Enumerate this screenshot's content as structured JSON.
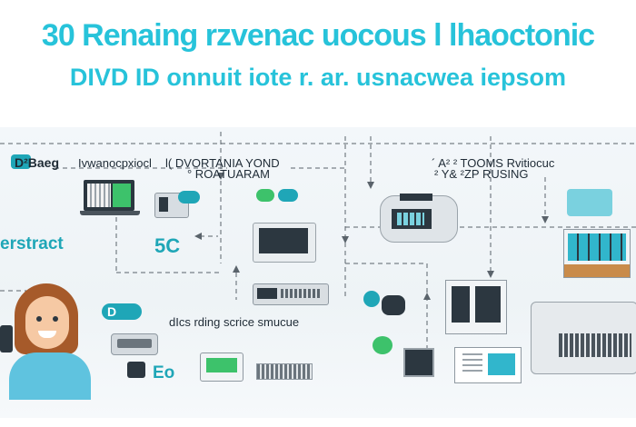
{
  "title": "30 Renaing rzvenac uocous l lhaoctonic",
  "subtitle": "DIVD ID onnuit iote r. ar. usnacwea iepsom",
  "labels": {
    "top_left_badge": "D²Baeg",
    "top_left_heading": "Ivwanocpxiocl",
    "top_center_line1": "l( DVORTANIA YOND",
    "top_center_line2": "° ROATUARAM",
    "top_right_line1": "´ A² ² TOOMS Rvitiocuc",
    "top_right_line2": "² Y& ²ZP RUSING",
    "left_badge": "erstract",
    "left_mid": "5C",
    "left_lower_badge": "D",
    "center_caption": "dIcs rding scrice smucue",
    "bottom_left_badge": "Eo"
  },
  "colors": {
    "title": "#27c3da",
    "teal": "#1fa6b7",
    "dark": "#2c3740",
    "arrow": "#555e66"
  },
  "icons": [
    "laptop-green-screen-icon",
    "server-box-icon",
    "teal-toggle-icon",
    "monitor-icon",
    "keyboard-device-icon",
    "machine-pair-icon",
    "tablet-screen-icon",
    "cloud-tray-icon",
    "teal-chart-monitor-icon",
    "printer-icon",
    "smartwatch-icon",
    "dashboard-monitor-icon",
    "cash-drawer-icon",
    "woman-with-phone-icon"
  ]
}
